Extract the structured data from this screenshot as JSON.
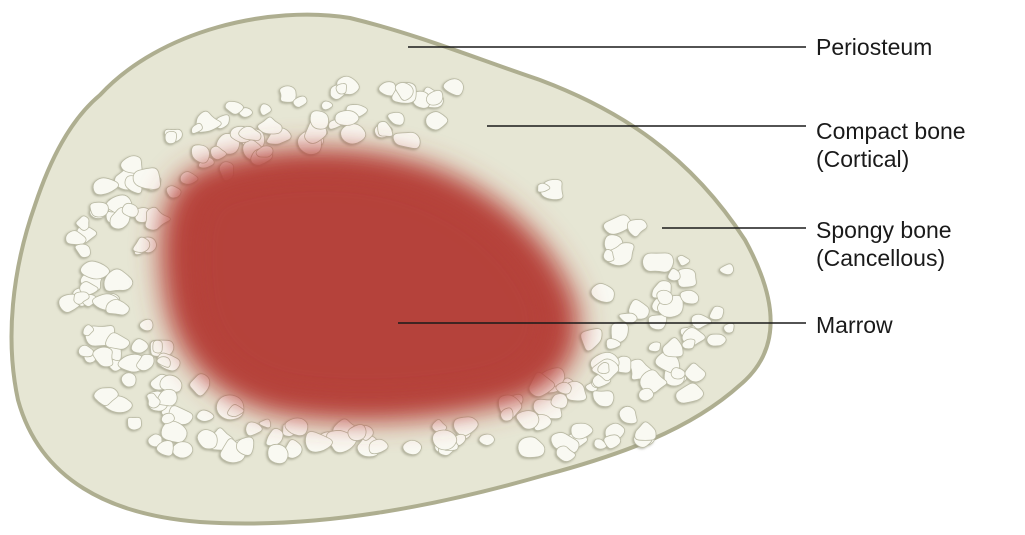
{
  "labels": {
    "periosteum": "Periosteum",
    "compact_line1": "Compact bone",
    "compact_line2": "(Cortical)",
    "spongy_line1": "Spongy bone",
    "spongy_line2": "(Cancellous)",
    "marrow": "Marrow"
  },
  "colors": {
    "periosteum_outline": "#aeae90",
    "compact_bone": "#e6e6d4",
    "spongy_pore": "#f9f9f2",
    "pore_edge": "#b9b9a3",
    "marrow": "#b7433a",
    "leader_line": "#1a1a1a"
  }
}
